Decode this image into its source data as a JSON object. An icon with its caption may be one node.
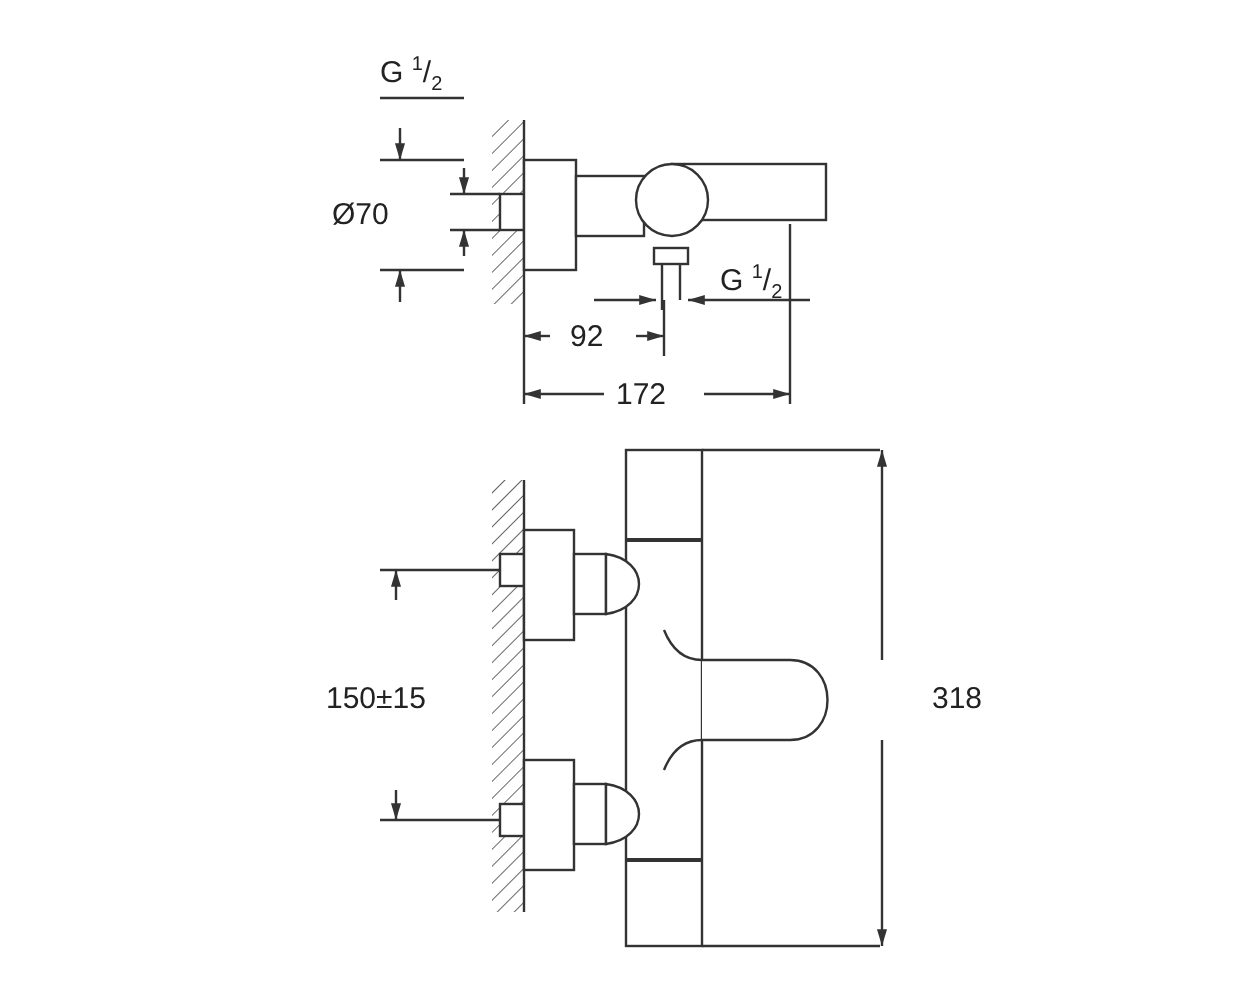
{
  "diagram": {
    "labels": [
      "G $^{1}$/$_{2}$",
      "Ø70",
      "G $^{1}$/$_{2}$",
      "92",
      "172",
      "150±15",
      "318"
    ]
  }
}
